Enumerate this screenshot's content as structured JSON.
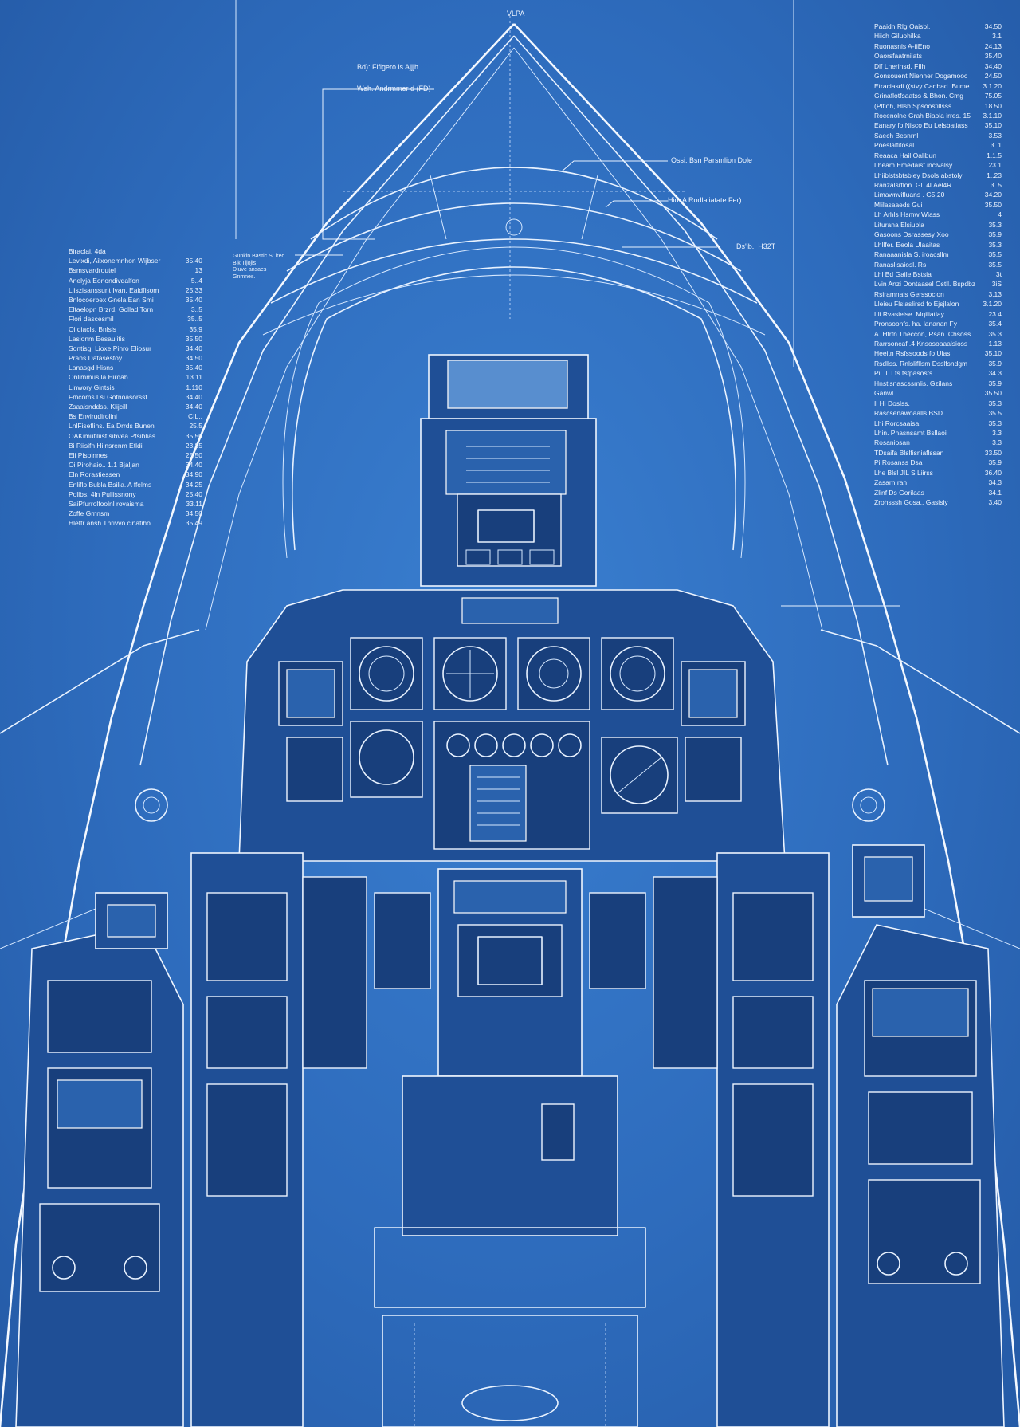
{
  "diagram": {
    "top_label": "VLPA",
    "callouts": [
      "Bd): Fifigero is Ajjjh",
      "Wsh. Andrmmer d (FD)",
      "Ossi. Bsn Parsmlion Dole",
      "Hid. A Rodlaliatate Fer)",
      "Ds'ib.. H32T"
    ],
    "mini_note": [
      "Gunkin Bastic S: ired",
      "Blk Tijojis",
      "Diuve ansaes",
      "Gnmnes."
    ],
    "left_spec": [
      {
        "name": "Biraclai. 4da",
        "value": ""
      },
      {
        "name": "Levlxdi, Ailxonemnhon Wijbser",
        "value": "35.40"
      },
      {
        "name": "Bsmsvardroutel",
        "value": "13"
      },
      {
        "name": "Anelyja Eonondivdalfon",
        "value": "5..4"
      },
      {
        "name": "Liiszisanssunt Ivan. Eaidfisom",
        "value": "25.33"
      },
      {
        "name": "Bnlocoerbex Gnela Ean Smi",
        "value": "35.40"
      },
      {
        "name": "Eltaelopn Brzrd. Gollad Torn",
        "value": "3..5"
      },
      {
        "name": "Flori dascesmil",
        "value": "35..5"
      },
      {
        "name": "Oi diacls. Bnlsls",
        "value": "35.9"
      },
      {
        "name": "Lasionm Eesaulitis",
        "value": "35.50"
      },
      {
        "name": "Sontisg. Lioxe Pinro Eliosur",
        "value": "34.40"
      },
      {
        "name": "Prans Datasestoy",
        "value": "34.50"
      },
      {
        "name": "Lanasgd Hisns",
        "value": "35.40"
      },
      {
        "name": "Onlimmus la Hirdab",
        "value": "13.11"
      },
      {
        "name": "Linwory Gintsis",
        "value": "1.110"
      },
      {
        "name": "Fmcoms Lsi Gotnoasorsst",
        "value": "34.40"
      },
      {
        "name": "Zsaaisnddss. Klijcill",
        "value": "34.40"
      },
      {
        "name": "Bs Envirudirolini",
        "value": "CIL.."
      },
      {
        "name": "LnlFiseflins. Ea Drrds Bunen",
        "value": "25.5"
      },
      {
        "name": "OAKimutiliisf sibvea Pfsiblias",
        "value": "35.50"
      },
      {
        "name": "Bi Riisifn Hiinsrenm Etldi",
        "value": "23.85"
      },
      {
        "name": "Eli Pisoinnes",
        "value": "25.50"
      },
      {
        "name": "Oi Pirohaio.. 1.1 Bjaljan",
        "value": "34.40"
      },
      {
        "name": "Eln Rorastiessen",
        "value": "34.90"
      },
      {
        "name": "Enliflp Bubla Bsilia. A ffelms",
        "value": "34.25"
      },
      {
        "name": "Pollbs. 4ln Pullissnony",
        "value": "25.40"
      },
      {
        "name": "SaiPfurrolfoolnl rovaisma",
        "value": "33.11"
      },
      {
        "name": "Zoffe Gmnsm",
        "value": "34.50"
      },
      {
        "name": "Hlettr ansh Thrivvo cinatiho",
        "value": "35.49"
      }
    ],
    "right_spec": [
      {
        "name": "Paaidn Rlg Oaisbl.",
        "value": "34.50"
      },
      {
        "name": "Hiich Giluohilka",
        "value": "3.1"
      },
      {
        "name": "Ruonasnis A-fiEno",
        "value": "24.13"
      },
      {
        "name": "Oaorsfaatrniiats",
        "value": "35.40"
      },
      {
        "name": "Dlf Lnerinsd. Fflh",
        "value": "34.40"
      },
      {
        "name": "Gonsouent Nienner Dogamooc",
        "value": "24.50"
      },
      {
        "name": "Etraciasdi ((stvy Canbad .Bume",
        "value": "3.1.20"
      },
      {
        "name": "Grinaflotfsaatss & Bhon. Cmg",
        "value": "75.05"
      },
      {
        "name": "(Pltloh, Hlsb Spsoostillsss",
        "value": "18.50"
      },
      {
        "name": "Rocenolne Grah Biaola irres. 15",
        "value": "3.1.10"
      },
      {
        "name": "Eanary fo Nisco Eu Lelsbatiass",
        "value": "35.10"
      },
      {
        "name": "Saech Besnrnl",
        "value": "3.53"
      },
      {
        "name": "Poeslalfitosal",
        "value": "3..1"
      },
      {
        "name": "Reaaca Hail Oalibun",
        "value": "1.1.5"
      },
      {
        "name": "Lheam Emedaisf.inclvalsy",
        "value": "23.1"
      },
      {
        "name": "Lhiiblstsbtsbiey Dsols abstoly",
        "value": "1..23"
      },
      {
        "name": "Ranzalsrtlon. Gl. 4l.Ael4R",
        "value": "3..5"
      },
      {
        "name": "Limawnvifluans . G5.20",
        "value": "34.20"
      },
      {
        "name": "Mlilasaaeds Gui",
        "value": "35.50"
      },
      {
        "name": "Lh Arhls Hsmw Wiass",
        "value": "4"
      },
      {
        "name": "Liturana Elsiubla",
        "value": "35.3"
      },
      {
        "name": "Gasoons Dsrassesy Xoo",
        "value": "35.9"
      },
      {
        "name": "Lhllfer. Eeola Ulaaitas",
        "value": "35.3"
      },
      {
        "name": "Ranaaanisla S. iroacsllm",
        "value": "35.5"
      },
      {
        "name": "Ranaslisaiosl. Rs",
        "value": "35.5"
      },
      {
        "name": "Lhl Bd Gaile Bstsia",
        "value": "3t"
      },
      {
        "name": "Lvin Anzi Dontaasel Ostll. Bspdbz",
        "value": "3iS"
      },
      {
        "name": "Rsiramnals Gerssocion",
        "value": "3.13"
      },
      {
        "name": "Lleieu Flsiaslirsd fo Ejsjlalon",
        "value": "3.1.20"
      },
      {
        "name": "Lli Rvasielse. Mqiliatlay",
        "value": "23.4"
      },
      {
        "name": "Pronsoonfs. ha. lananan Fy",
        "value": "35.4"
      },
      {
        "name": "A. Htrfn Theccon, Rsan. Chsoss",
        "value": "35.3"
      },
      {
        "name": "Rarrsoncaf .4 Knsosoaaalsioss",
        "value": "1.13"
      },
      {
        "name": "Heeitn Rsfssoods fo Ulas",
        "value": "35.10"
      },
      {
        "name": "Rsdllss. Rnlslifllsm Dsslfsndgm",
        "value": "35.9"
      },
      {
        "name": "Pi. Il. Lfs.tsfpasosts",
        "value": "34.3"
      },
      {
        "name": "Hnstlsnascssmlis. Gzilans",
        "value": "35.9"
      },
      {
        "name": "Ganwl",
        "value": "35.50"
      },
      {
        "name": "Il Hi Doslss.",
        "value": "35.3"
      },
      {
        "name": "Rascsenawoaalls BSD",
        "value": "35.5"
      },
      {
        "name": "Lhi Rorcsaaisa",
        "value": "35.3"
      },
      {
        "name": "Lhin. Pnasnsamt Bsllaoi",
        "value": "3.3"
      },
      {
        "name": "Rosaniosan",
        "value": "3.3"
      },
      {
        "name": "TDsaifa Blslfisniaflssan",
        "value": "33.50"
      },
      {
        "name": "Pi Rosanss Dsa",
        "value": "35.9"
      },
      {
        "name": "Lhe Blsl JIL S Liirss",
        "value": "36.40"
      },
      {
        "name": "Zasarn ran",
        "value": "34.3"
      },
      {
        "name": "Zlinf Ds Gorilaas",
        "value": "34.1"
      },
      {
        "name": "Zrohsssh Gosa., Gasisiy",
        "value": "3.40"
      }
    ]
  }
}
